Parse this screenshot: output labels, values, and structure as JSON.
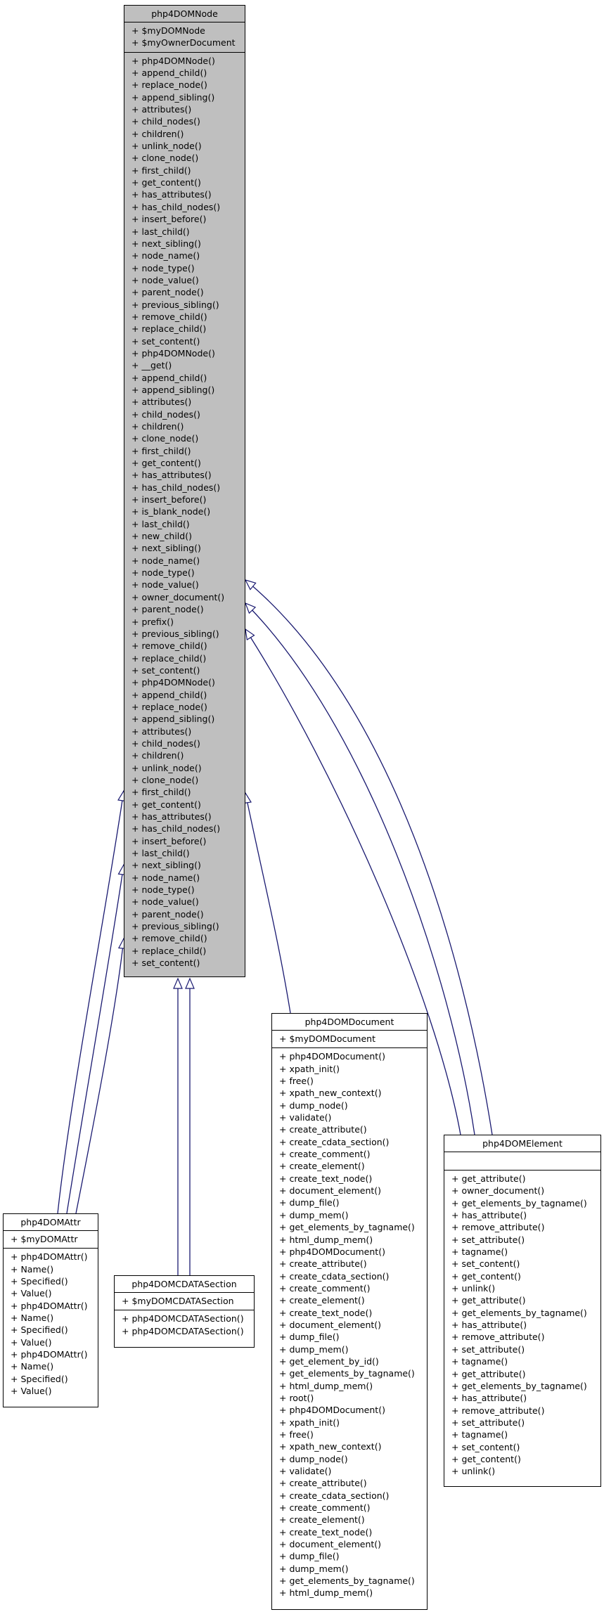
{
  "classes": {
    "node": {
      "name": "php4DOMNode",
      "attributes": [
        "+ $myDOMNode",
        "+ $myOwnerDocument"
      ],
      "operations": [
        "+ php4DOMNode()",
        "+ append_child()",
        "+ replace_node()",
        "+ append_sibling()",
        "+ attributes()",
        "+ child_nodes()",
        "+ children()",
        "+ unlink_node()",
        "+ clone_node()",
        "+ first_child()",
        "+ get_content()",
        "+ has_attributes()",
        "+ has_child_nodes()",
        "+ insert_before()",
        "+ last_child()",
        "+ next_sibling()",
        "+ node_name()",
        "+ node_type()",
        "+ node_value()",
        "+ parent_node()",
        "+ previous_sibling()",
        "+ remove_child()",
        "+ replace_child()",
        "+ set_content()",
        "+ php4DOMNode()",
        "+ __get()",
        "+ append_child()",
        "+ append_sibling()",
        "+ attributes()",
        "+ child_nodes()",
        "+ children()",
        "+ clone_node()",
        "+ first_child()",
        "+ get_content()",
        "+ has_attributes()",
        "+ has_child_nodes()",
        "+ insert_before()",
        "+ is_blank_node()",
        "+ last_child()",
        "+ new_child()",
        "+ next_sibling()",
        "+ node_name()",
        "+ node_type()",
        "+ node_value()",
        "+ owner_document()",
        "+ parent_node()",
        "+ prefix()",
        "+ previous_sibling()",
        "+ remove_child()",
        "+ replace_child()",
        "+ set_content()",
        "+ php4DOMNode()",
        "+ append_child()",
        "+ replace_node()",
        "+ append_sibling()",
        "+ attributes()",
        "+ child_nodes()",
        "+ children()",
        "+ unlink_node()",
        "+ clone_node()",
        "+ first_child()",
        "+ get_content()",
        "+ has_attributes()",
        "+ has_child_nodes()",
        "+ insert_before()",
        "+ last_child()",
        "+ next_sibling()",
        "+ node_name()",
        "+ node_type()",
        "+ node_value()",
        "+ parent_node()",
        "+ previous_sibling()",
        "+ remove_child()",
        "+ replace_child()",
        "+ set_content()"
      ]
    },
    "document": {
      "name": "php4DOMDocument",
      "attributes": [
        "+ $myDOMDocument"
      ],
      "operations": [
        "+ php4DOMDocument()",
        "+ xpath_init()",
        "+ free()",
        "+ xpath_new_context()",
        "+ dump_node()",
        "+ validate()",
        "+ create_attribute()",
        "+ create_cdata_section()",
        "+ create_comment()",
        "+ create_element()",
        "+ create_text_node()",
        "+ document_element()",
        "+ dump_file()",
        "+ dump_mem()",
        "+ get_elements_by_tagname()",
        "+ html_dump_mem()",
        "+ php4DOMDocument()",
        "+ create_attribute()",
        "+ create_cdata_section()",
        "+ create_comment()",
        "+ create_element()",
        "+ create_text_node()",
        "+ document_element()",
        "+ dump_file()",
        "+ dump_mem()",
        "+ get_element_by_id()",
        "+ get_elements_by_tagname()",
        "+ html_dump_mem()",
        "+ root()",
        "+ php4DOMDocument()",
        "+ xpath_init()",
        "+ free()",
        "+ xpath_new_context()",
        "+ dump_node()",
        "+ validate()",
        "+ create_attribute()",
        "+ create_cdata_section()",
        "+ create_comment()",
        "+ create_element()",
        "+ create_text_node()",
        "+ document_element()",
        "+ dump_file()",
        "+ dump_mem()",
        "+ get_elements_by_tagname()",
        "+ html_dump_mem()"
      ]
    },
    "element": {
      "name": "php4DOMElement",
      "attributes": [],
      "operations": [
        "+ get_attribute()",
        "+ owner_document()",
        "+ get_elements_by_tagname()",
        "+ has_attribute()",
        "+ remove_attribute()",
        "+ set_attribute()",
        "+ tagname()",
        "+ set_content()",
        "+ get_content()",
        "+ unlink()",
        "+ get_attribute()",
        "+ get_elements_by_tagname()",
        "+ has_attribute()",
        "+ remove_attribute()",
        "+ set_attribute()",
        "+ tagname()",
        "+ get_attribute()",
        "+ get_elements_by_tagname()",
        "+ has_attribute()",
        "+ remove_attribute()",
        "+ set_attribute()",
        "+ tagname()",
        "+ set_content()",
        "+ get_content()",
        "+ unlink()"
      ]
    },
    "attr": {
      "name": "php4DOMAttr",
      "attributes": [
        "+ $myDOMAttr"
      ],
      "operations": [
        "+ php4DOMAttr()",
        "+ Name()",
        "+ Specified()",
        "+ Value()",
        "+ php4DOMAttr()",
        "+ Name()",
        "+ Specified()",
        "+ Value()",
        "+ php4DOMAttr()",
        "+ Name()",
        "+ Specified()",
        "+ Value()"
      ]
    },
    "cdata": {
      "name": "php4DOMCDATASection",
      "attributes": [
        "+ $myDOMCDATASection"
      ],
      "operations": [
        "+ php4DOMCDATASection()",
        "+ php4DOMCDATASection()"
      ]
    }
  },
  "colors": {
    "edge": "#191970",
    "base_fill": "#bfbfbf",
    "box_border": "#000000"
  }
}
